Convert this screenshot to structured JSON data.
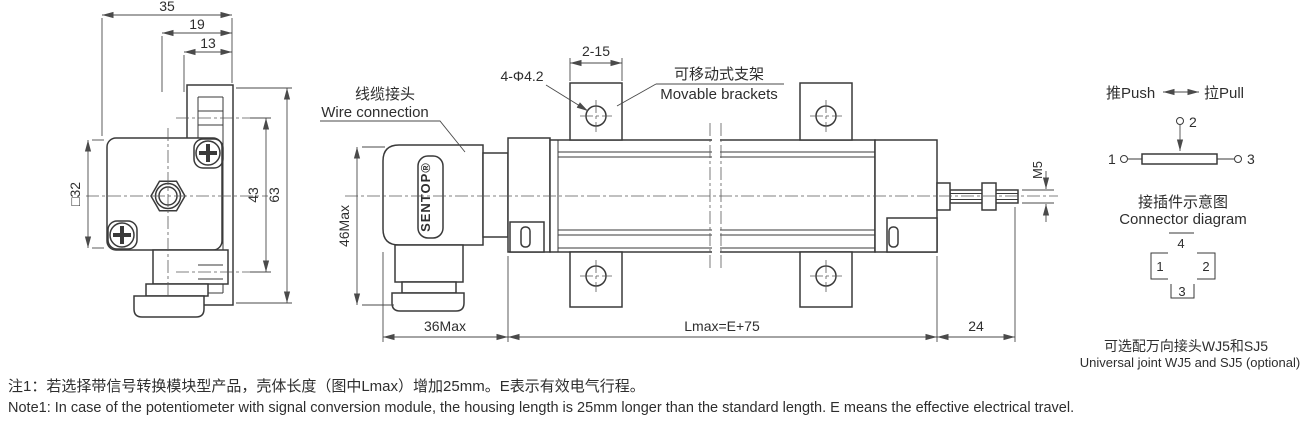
{
  "colors": {
    "line": "#3a3a3a",
    "dim": "#4a4a4a",
    "text": "#2e2e2e",
    "background": "#ffffff"
  },
  "side": {
    "d35": "35",
    "d19": "19",
    "d13": "13",
    "d32": "□32",
    "d43": "43",
    "d63": "63"
  },
  "front": {
    "wire_zh": "线缆接头",
    "wire_en": "Wire connection",
    "holes": "4-Φ4.2",
    "bracket_pitch": "2-15",
    "movable_zh": "可移动式支架",
    "movable_en": "Movable brackets",
    "brand": "SENTOP®",
    "height": "46Max",
    "housing_len": "36Max",
    "body_len": "Lmax=E+75",
    "shaft_len": "24",
    "thread": "M5"
  },
  "panel": {
    "push": "推Push",
    "pull": "拉Pull",
    "t1": "1",
    "t2": "2",
    "t3": "3",
    "title_zh": "接插件示意图",
    "title_en": "Connector diagram",
    "p1": "1",
    "p2": "2",
    "p3": "3",
    "p4": "4",
    "optional_zh": "可选配万向接头WJ5和SJ5",
    "optional_en": "Universal joint WJ5 and SJ5 (optional)"
  },
  "notes": {
    "zh": "注1：若选择带信号转换模块型产品，壳体长度（图中Lmax）增加25mm。E表示有效电气行程。",
    "en": "Note1: In case of the potentiometer with signal conversion module, the housing length is 25mm longer than the standard length. E means the effective electrical travel."
  }
}
